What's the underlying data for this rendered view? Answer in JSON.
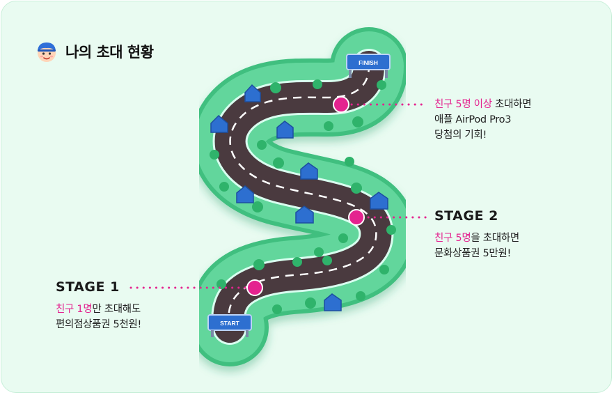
{
  "header": {
    "title": "나의 초대 현황"
  },
  "road": {
    "finish_label": "FINISH",
    "start_label": "START"
  },
  "stages": {
    "stage3": {
      "highlight": "친구 5명 이상",
      "text1": " 초대하면",
      "text2": "애플 AirPod Pro3",
      "text3": "당첨의 기회!"
    },
    "stage2": {
      "title": "STAGE 2",
      "highlight": "친구 5명",
      "text1": "을 초대하면",
      "text2": "문화상품권 5만원!"
    },
    "stage1": {
      "title": "STAGE 1",
      "highlight": "친구 1명",
      "text1": "만 초대해도",
      "text2": "편의점상품권 5천원!"
    }
  },
  "colors": {
    "accent": "#e4238f",
    "background": "#e9fbf1",
    "grass": "#5fd49a",
    "road": "#4a3a3f",
    "house": "#2d6fd0"
  }
}
